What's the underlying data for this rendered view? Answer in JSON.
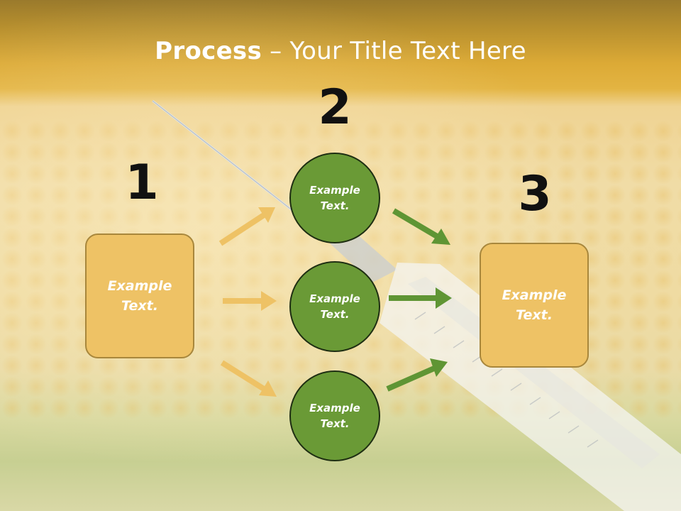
{
  "slide": {
    "title_bold": "Process",
    "title_rest": " – Your Title Text Here",
    "steps": [
      "1",
      "2",
      "3"
    ],
    "left_box_text": "Example\nText.",
    "right_box_text": "Example\nText.",
    "circles": [
      "Example\nText.",
      "Example\nText.",
      "Example\nText."
    ]
  },
  "colors": {
    "box_fill": "#eec265",
    "circle_fill": "#6a9a36",
    "arrow_gold": "#eec265",
    "arrow_green": "#5f9534"
  },
  "icons": [
    "arrow-right-icon"
  ]
}
